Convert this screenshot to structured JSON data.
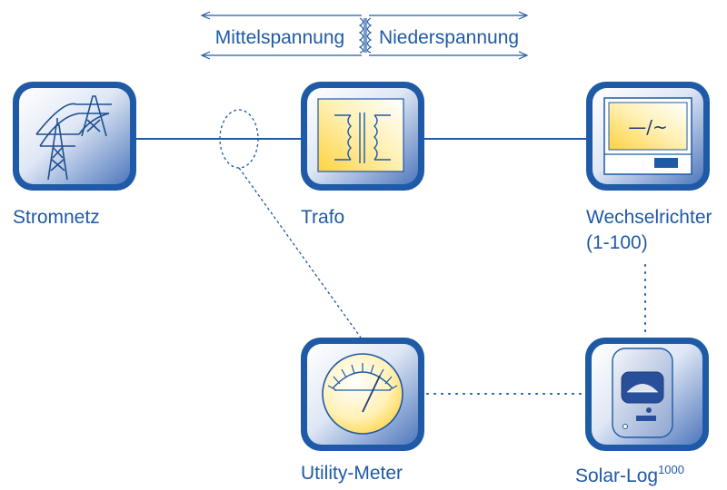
{
  "header": {
    "left_label": "Mittelspannung",
    "right_label": "Niederspannung"
  },
  "nodes": {
    "grid": {
      "label": "Stromnetz",
      "icon": "power-pylon-icon"
    },
    "transformer": {
      "label": "Trafo",
      "icon": "transformer-icon"
    },
    "inverter": {
      "label": "Wechselrichter",
      "sublabel": "(1-100)",
      "symbol": "—/~",
      "icon": "inverter-icon"
    },
    "meter": {
      "label": "Utility-Meter",
      "icon": "analog-meter-icon"
    },
    "logger": {
      "label": "Solar-Log",
      "label_sup": "1000",
      "icon": "data-logger-icon"
    }
  },
  "colors": {
    "primary": "#1f5aa6",
    "accent_yellow": "#ffd23f",
    "tile_light": "#eef2fa",
    "tile_dark": "#4f78bd"
  }
}
